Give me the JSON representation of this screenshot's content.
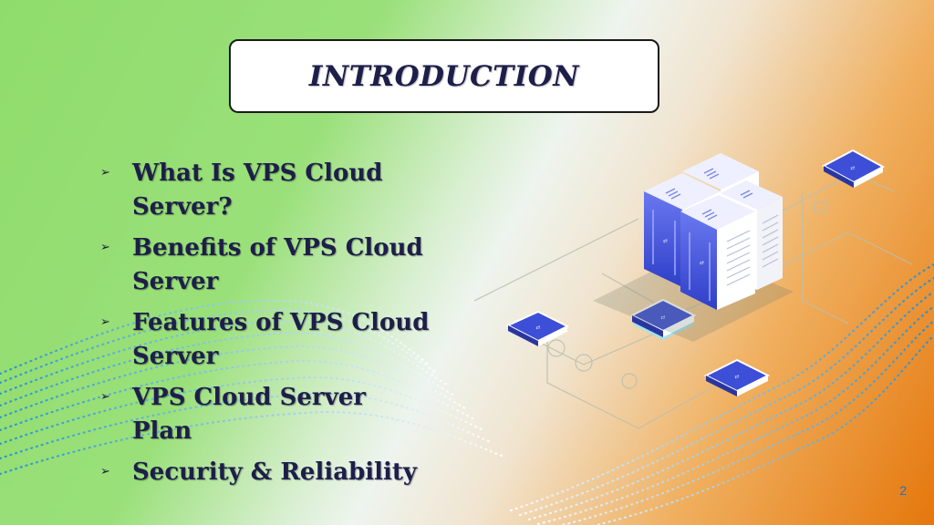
{
  "slide": {
    "title": "INTRODUCTION",
    "bullets": [
      {
        "text": "What Is VPS Cloud Server?"
      },
      {
        "text": "Benefits of VPS Cloud Server"
      },
      {
        "text": "Features of VPS Cloud Server"
      },
      {
        "text": "VPS Cloud Server Plan"
      },
      {
        "text": "Security & Reliability"
      }
    ],
    "page_number": "2",
    "bullet_icon": "chevron-right-icon",
    "illustration_icon": "server-rack-icon",
    "colors": {
      "bg_green": "#8fdc6b",
      "bg_orange": "#e5770c",
      "text": "#1e1e4a",
      "server_blue": "#3d4fd6",
      "dots_blue": "#2a8fd8"
    }
  }
}
